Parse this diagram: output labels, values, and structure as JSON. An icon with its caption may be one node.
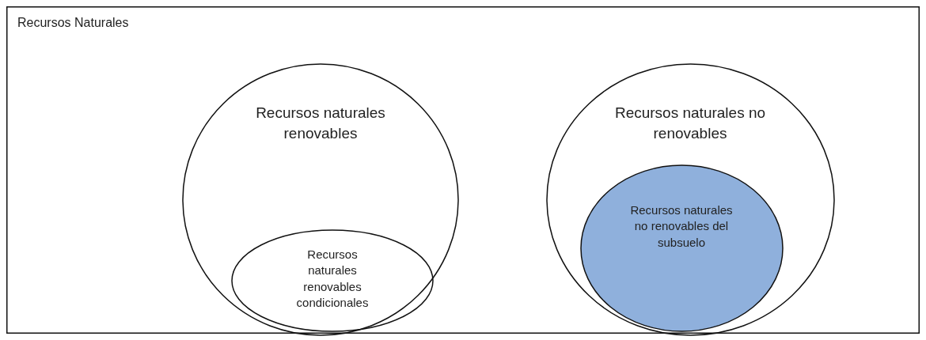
{
  "diagram": {
    "nodes": [
      {
        "text": [
          "Recursos Naturales"
        ]
      },
      {
        "text": [
          "Recursos naturales renovables"
        ],
        "in": 0
      },
      {
        "text": [
          "Recursos naturales renovables condicionales"
        ],
        "in": 1
      },
      {
        "text": [
          "Recursos naturales no renovables"
        ],
        "in": 0
      },
      {
        "text": [
          "Recursos naturales no renovables del subsuelo"
        ],
        "in": 3
      }
    ]
  }
}
